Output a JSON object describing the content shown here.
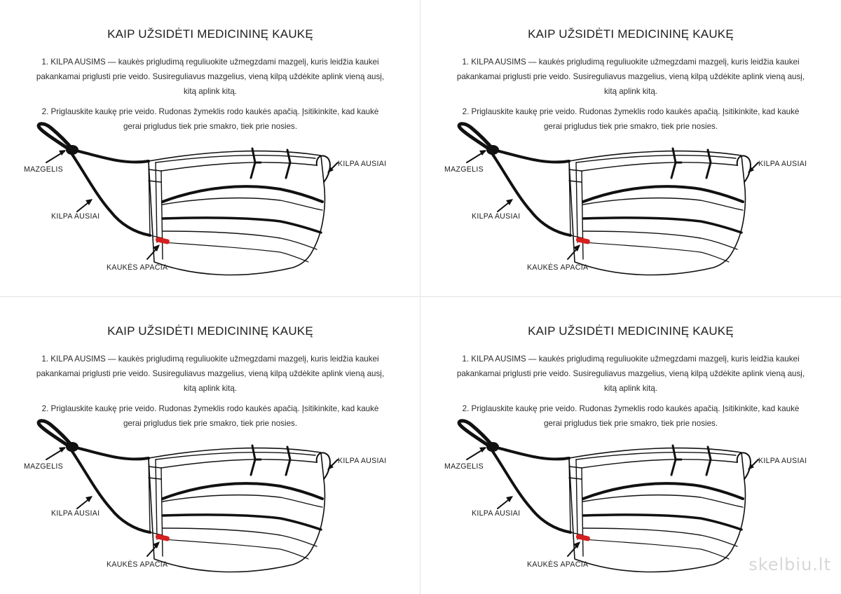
{
  "panels": [
    {
      "title": "KAIP UŽSIDĖTI MEDICININĘ KAUKĘ",
      "step1": "1. KILPA AUSIMS — kaukės prigludimą reguliuokite užmegzdami mazgelį, kuris leidžia kaukei pakankamai priglusti prie veido. Susireguliavus mazgelius, vieną kilpą uždėkite aplink vieną ausį, kitą aplink kitą.",
      "step2": "2. Priglauskite kaukę prie veido. Rudonas žymeklis rodo kaukės apačią. Įsitikinkite, kad kaukė gerai prigludus tiek prie smakro, tiek prie nosies.",
      "labels": {
        "knot": "MAZGELIS",
        "loop_left": "KILPA AUSIAI",
        "loop_right": "KILPA AUSIAI",
        "bottom": "KAUKĖS APAČIA"
      }
    },
    {
      "title": "KAIP UŽSIDĖTI MEDICININĘ KAUKĘ",
      "step1": "1. KILPA AUSIMS — kaukės prigludimą reguliuokite užmegzdami mazgelį, kuris leidžia kaukei pakankamai priglusti prie veido. Susireguliavus mazgelius, vieną kilpą uždėkite aplink vieną ausį, kitą aplink kitą.",
      "step2": "2. Priglauskite kaukę prie veido. Rudonas žymeklis rodo kaukės apačią. Įsitikinkite, kad kaukė gerai prigludus tiek prie smakro, tiek prie nosies.",
      "labels": {
        "knot": "MAZGELIS",
        "loop_left": "KILPA AUSIAI",
        "loop_right": "KILPA AUSIAI",
        "bottom": "KAUKĖS APAČIA"
      }
    },
    {
      "title": "KAIP UŽSIDĖTI MEDICININĘ KAUKĘ",
      "step1": "1. KILPA AUSIMS — kaukės prigludimą reguliuokite užmegzdami mazgelį, kuris leidžia kaukei pakankamai priglusti prie veido. Susireguliavus mazgelius, vieną kilpą uždėkite aplink vieną ausį, kitą aplink kitą.",
      "step2": "2. Priglauskite kaukę prie veido. Rudonas žymeklis rodo kaukės apačią. Įsitikinkite, kad kaukė gerai prigludus tiek prie smakro, tiek prie nosies.",
      "labels": {
        "knot": "MAZGELIS",
        "loop_left": "KILPA AUSIAI",
        "loop_right": "KILPA AUSIAI",
        "bottom": "KAUKĖS APAČIA"
      }
    },
    {
      "title": "KAIP UŽSIDĖTI MEDICININĘ KAUKĘ",
      "step1": "1. KILPA AUSIMS — kaukės prigludimą reguliuokite užmegzdami mazgelį, kuris leidžia kaukei pakankamai priglusti prie veido. Susireguliavus mazgelius, vieną kilpą uždėkite aplink vieną ausį, kitą aplink kitą.",
      "step2": "2. Priglauskite kaukę prie veido. Rudonas žymeklis rodo kaukės apačią. Įsitikinkite, kad kaukė gerai prigludus tiek prie smakro, tiek prie nosies.",
      "labels": {
        "knot": "MAZGELIS",
        "loop_left": "KILPA AUSIAI",
        "loop_right": "KILPA AUSIAI",
        "bottom": "KAUKĖS APAČIA"
      }
    }
  ],
  "watermark": "skelbiu.lt",
  "colors": {
    "ink": "#111111",
    "marker": "#d42020",
    "divider": "#e2e2e2",
    "watermark": "#d7d7d7"
  },
  "icons": [
    "mask-illustration",
    "arrow-icon"
  ]
}
